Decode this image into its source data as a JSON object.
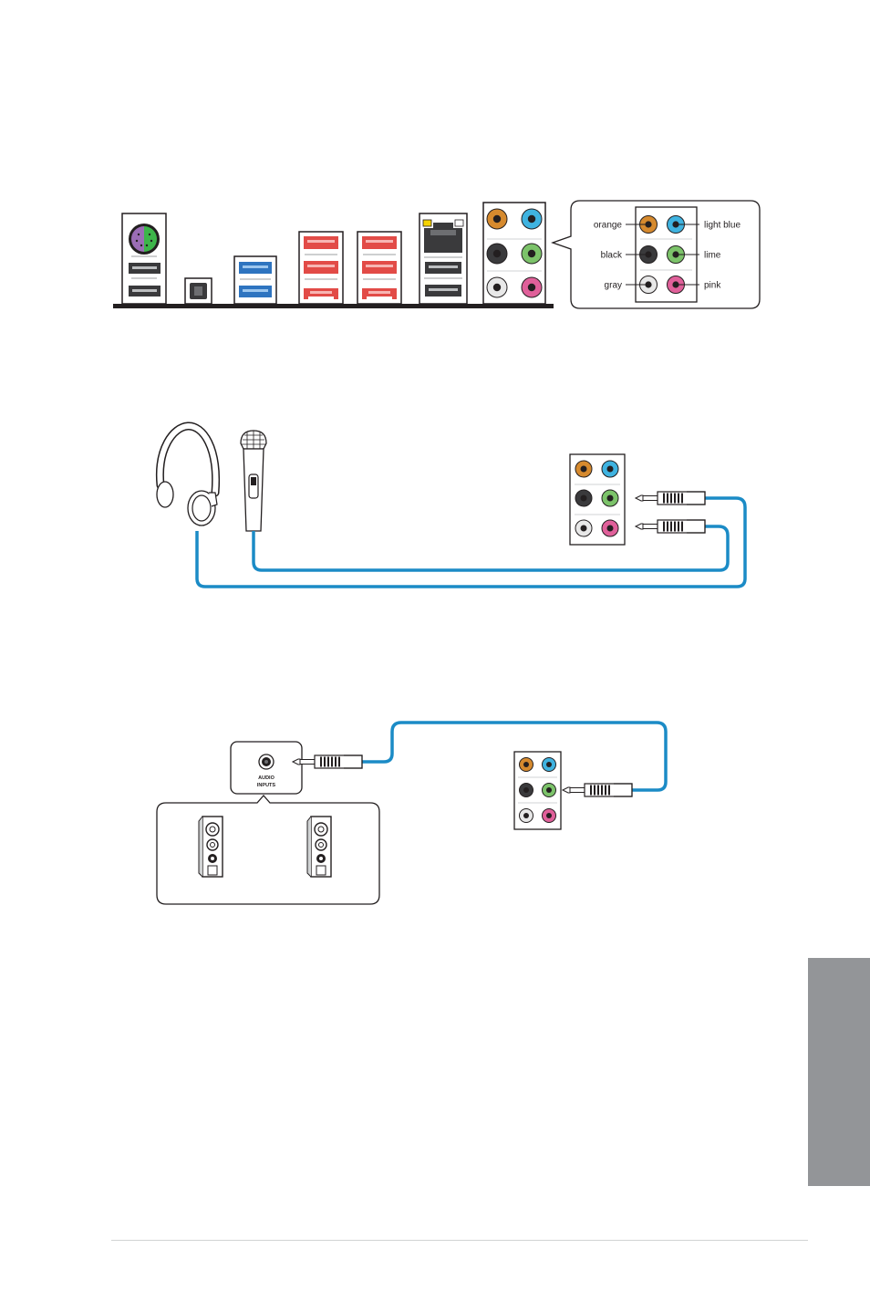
{
  "colors": {
    "orange": "#d68a2e",
    "light_blue": "#3fb3e0",
    "black": "#3a3a3c",
    "lime": "#7cc36a",
    "gray": "#e8e8e8",
    "pink": "#e0609a",
    "cable": "#1b8bc6",
    "usb3": "#2e74c0",
    "esata": "#e24b47",
    "ps2": "#9b6db5",
    "ps2_green": "#3db54a",
    "tab": "#939598"
  },
  "legend": {
    "left_labels": [
      "orange",
      "black",
      "gray"
    ],
    "right_labels": [
      "light blue",
      "lime",
      "pink"
    ]
  },
  "speaker_system": {
    "input_label_line1": "AUDIO",
    "input_label_line2": "INPUTS"
  },
  "icons": [
    "ps2-port-icon",
    "usb-port-icon",
    "optical-spdif-icon",
    "esata-port-icon",
    "rj45-port-icon",
    "audio-jack-icon",
    "headphone-icon",
    "microphone-icon",
    "speaker-icon",
    "audio-plug-icon"
  ]
}
